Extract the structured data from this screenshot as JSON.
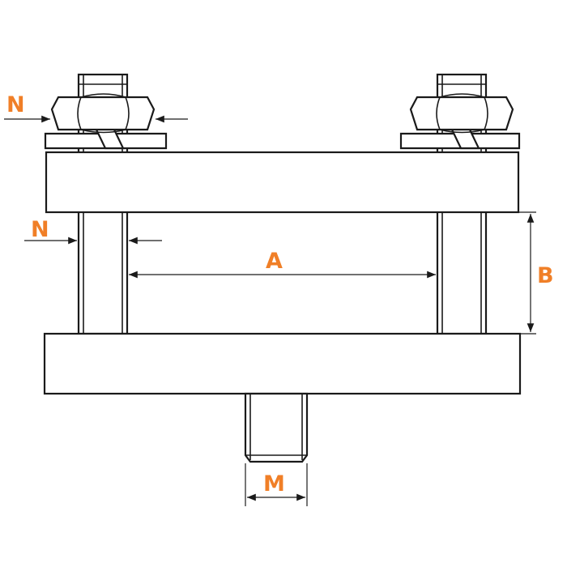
{
  "labels": {
    "nut_width": "N",
    "rod_width": "N",
    "rod_spacing": "A",
    "plate_gap": "B",
    "thread_size": "M"
  },
  "colors": {
    "label": "#f07f27",
    "line": "#1a1a1a"
  }
}
